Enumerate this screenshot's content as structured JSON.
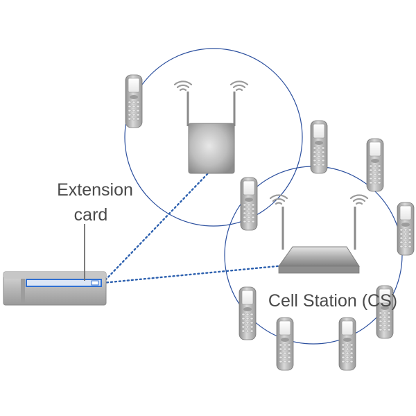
{
  "labels": {
    "extension_line1": "Extension",
    "extension_line2": "card",
    "cell_station": "Cell Station (CS)"
  },
  "colors": {
    "coverage_circle": "#2b4f9e",
    "dotted_link": "#2b5fae",
    "card_highlight": "#2f6fd1",
    "device_gray": "#b5b5b5",
    "label_text": "#4a4a4a"
  },
  "icons": {
    "handset": "cordless-handset-icon",
    "station": "cell-station-icon",
    "signal": "wireless-signal-icon",
    "pbx": "pbx-chassis-icon"
  }
}
